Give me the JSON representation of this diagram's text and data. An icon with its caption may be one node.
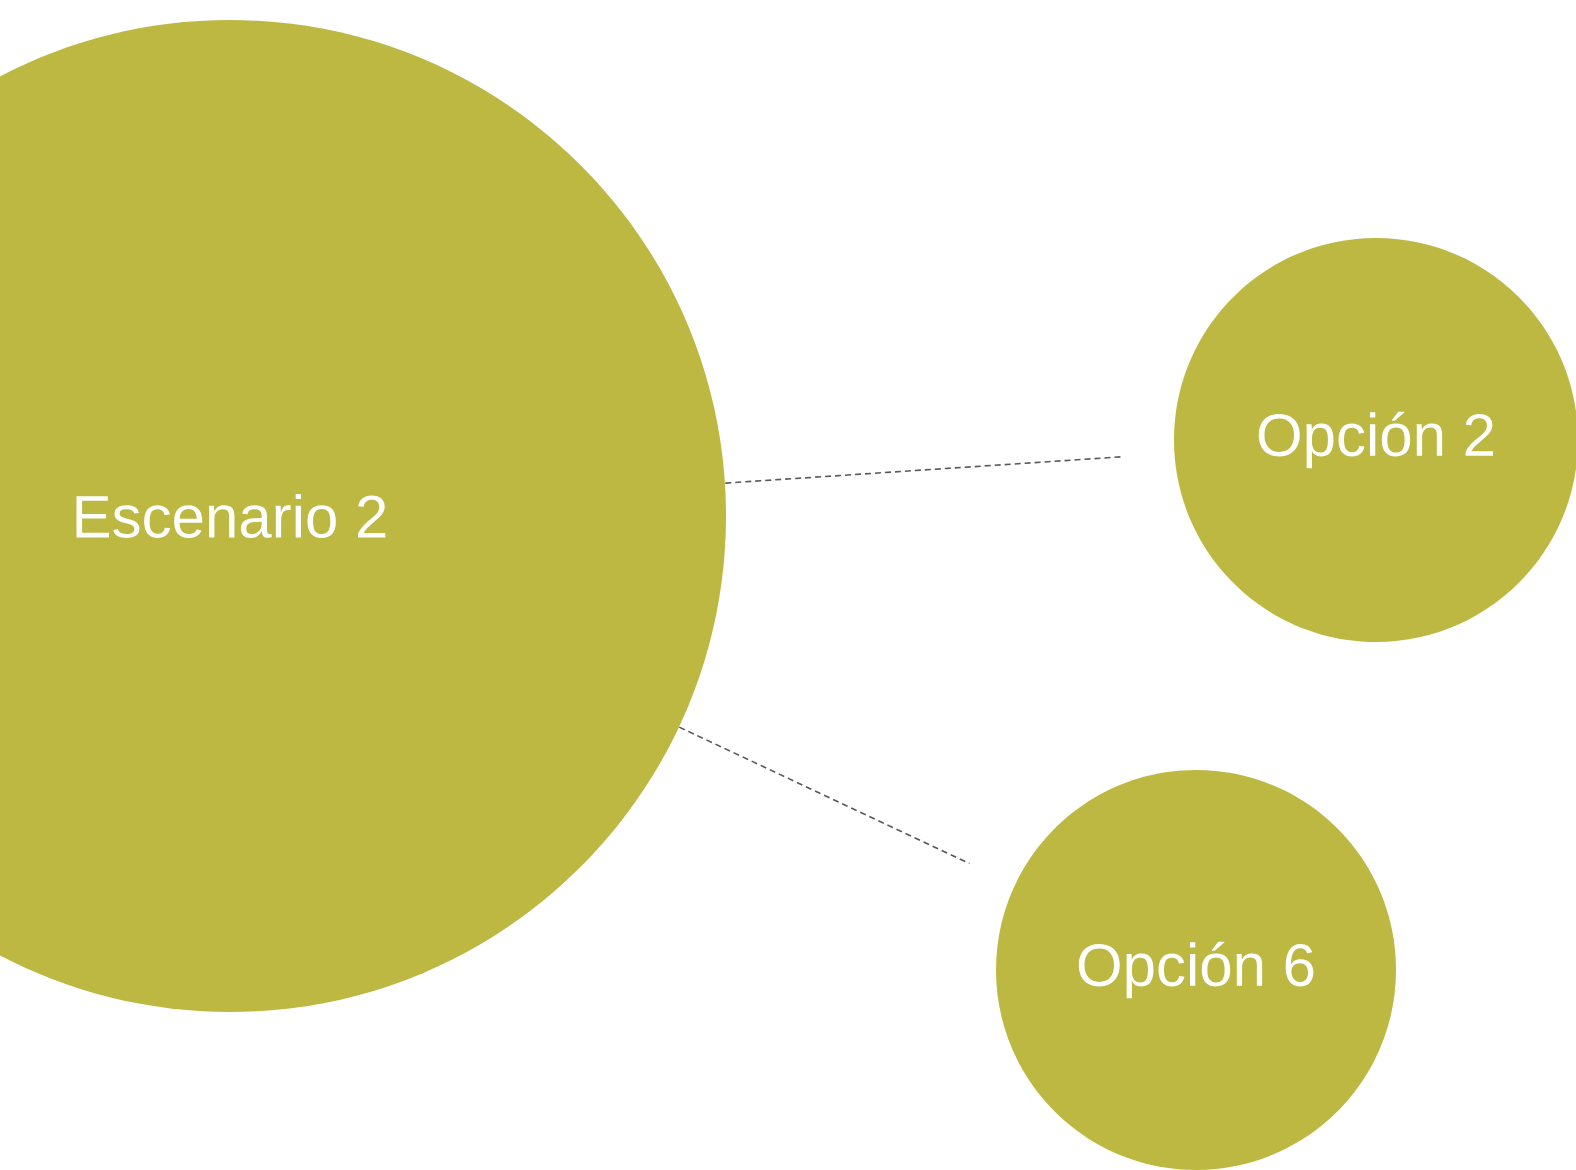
{
  "diagram": {
    "nodes": [
      {
        "text": [
          "Escenario 2"
        ]
      },
      {
        "text": [
          "Opción 2"
        ]
      },
      {
        "text": [
          "Opción 6"
        ]
      }
    ],
    "edges": [
      {
        "from": 0,
        "to": 1,
        "arrow": "none",
        "style": "dashed"
      },
      {
        "from": 0,
        "to": 2,
        "arrow": "none",
        "style": "dashed"
      }
    ]
  }
}
